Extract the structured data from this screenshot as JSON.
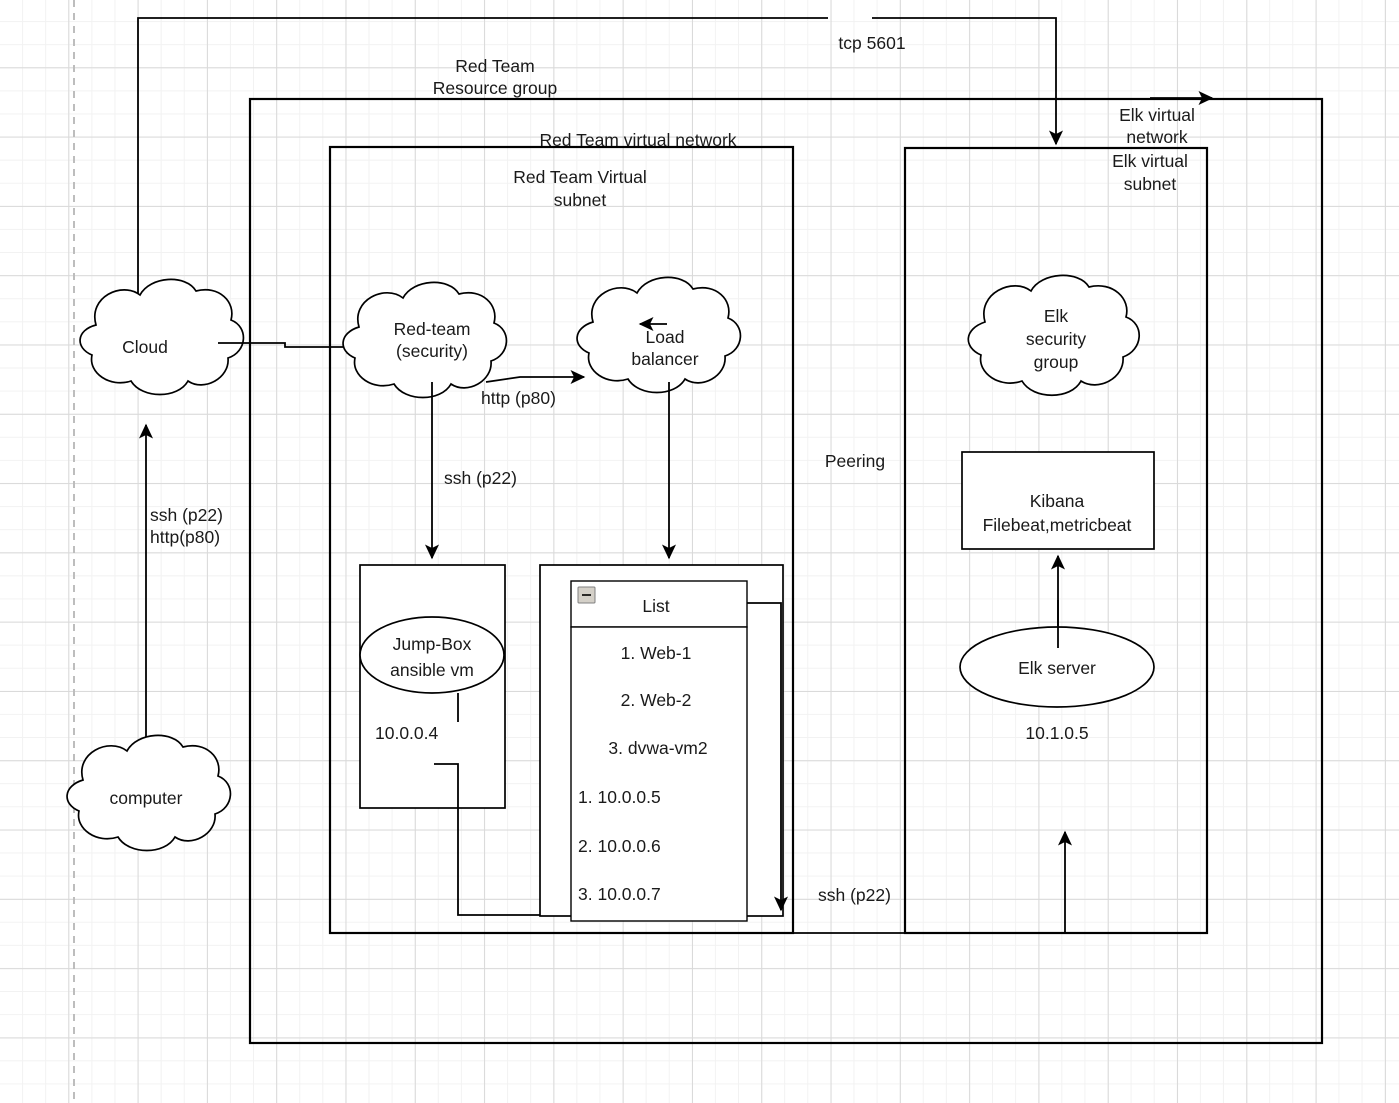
{
  "diagram": {
    "title": "Red Team / ELK Azure network topology",
    "containers": {
      "resource_group": "Red Team\nResource group",
      "resource_group_line1": "Red Team",
      "resource_group_line2": "Resource group",
      "red_team_vnet": "Red Team  virtual network",
      "red_team_subnet_line1": "Red Team Virtual",
      "red_team_subnet_line2": "subnet",
      "elk_vnet_line1": "Elk virtual",
      "elk_vnet_line2": "network",
      "elk_subnet_line1": "Elk virtual",
      "elk_subnet_line2": "subnet"
    },
    "nodes": {
      "cloud": "Cloud",
      "computer": "computer",
      "red_team_security_line1": "Red-team",
      "red_team_security_line2": "(security)",
      "load_balancer_line1": "Load",
      "load_balancer_line2": "balancer",
      "jump_box_line1": "Jump-Box",
      "jump_box_line2": "ansible vm",
      "jump_box_ip": "10.0.0.4",
      "elk_security_group_line1": "Elk",
      "elk_security_group_line2": "security",
      "elk_security_group_line3": "group",
      "kibana_line1": "Kibana",
      "kibana_line2": "Filebeat,metricbeat",
      "elk_server": "Elk server",
      "elk_server_ip": "10.1.0.5"
    },
    "list_panel": {
      "header": "List",
      "collapse_icon": "minus-square-icon",
      "vm_names": [
        "1. Web-1",
        "2. Web-2",
        "3. dvwa-vm2"
      ],
      "vm_ips": [
        "1.  10.0.0.5",
        "2. 10.0.0.6",
        "3. 10.0.0.7"
      ]
    },
    "edge_labels": {
      "tcp_5601": "tcp 5601",
      "ssh_http_line1": "ssh (p22)",
      "ssh_http_line2": "http(p80)",
      "http_p80": "http (p80)",
      "ssh_p22_jump": "ssh (p22)",
      "ssh_p22_elk": "ssh (p22)",
      "peering": "Peering"
    },
    "colors": {
      "stroke": "#000000",
      "text": "#1a1a1a",
      "grid_minor": "#f2f2f2",
      "grid_major": "#d9d9d9",
      "collapse_fill": "#d4d0c8"
    }
  }
}
